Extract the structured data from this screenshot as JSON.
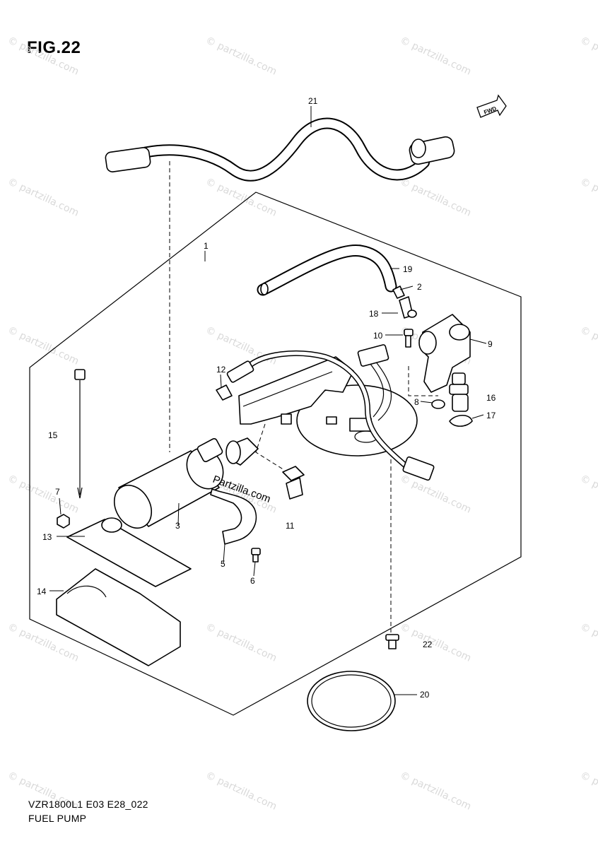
{
  "figure": {
    "title": "FIG.22"
  },
  "fwd_marker": "FWD",
  "footer": {
    "model_code": "VZR1800L1 E03 E28_022",
    "name": "FUEL PUMP"
  },
  "watermark": {
    "text": "© partzilla.com",
    "center_text": "Partzilla.com"
  },
  "callouts": [
    "1",
    "2",
    "3",
    "5",
    "6",
    "7",
    "8",
    "9",
    "10",
    "11",
    "12",
    "13",
    "14",
    "15",
    "16",
    "17",
    "18",
    "19",
    "20",
    "21",
    "22"
  ]
}
